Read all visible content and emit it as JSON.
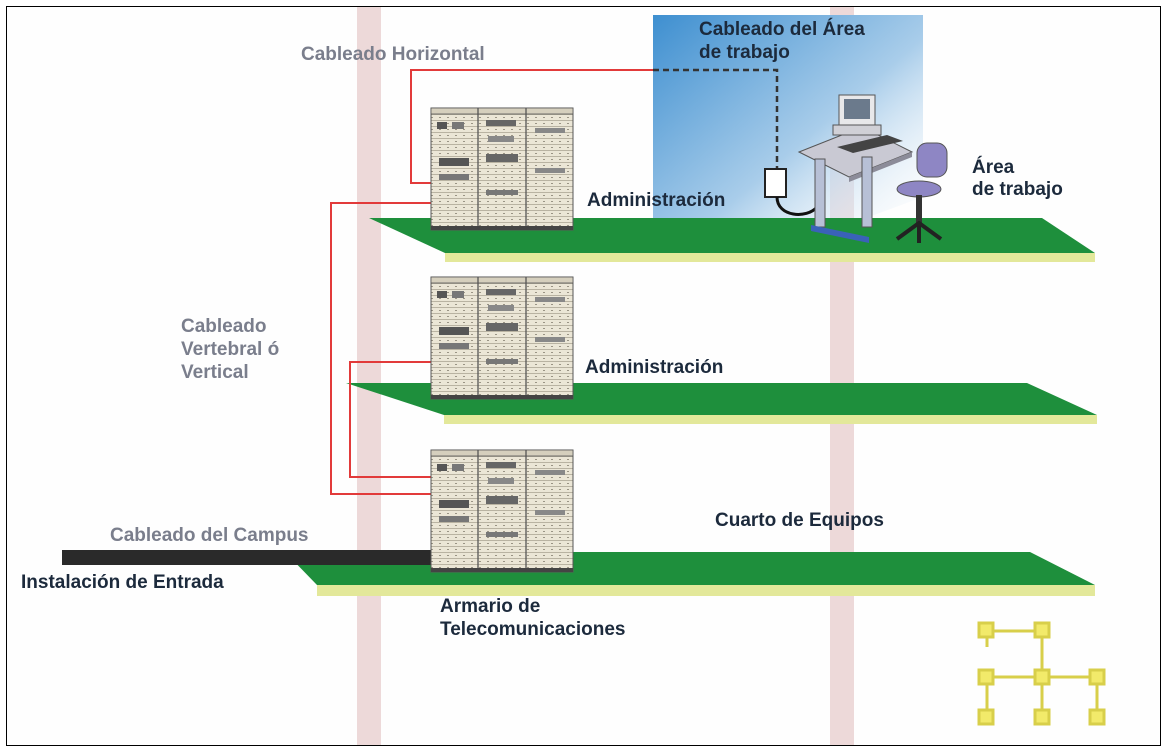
{
  "labels": {
    "horizontal": "Cableado Horizontal",
    "work_area_cabling": [
      "Cableado del Área",
      "de trabajo"
    ],
    "work_area": [
      "Área",
      "de trabajo"
    ],
    "admin_top": "Administración",
    "admin_mid": "Administración",
    "backbone": [
      "Cableado",
      "Vertebral ó",
      "Vertical"
    ],
    "campus": "Cableado del Campus",
    "equipment_room": "Cuarto de Equipos",
    "entrance": "Instalación de Entrada",
    "telecom_closet": [
      "Armario de",
      "Telecomunicaciones"
    ]
  },
  "colors": {
    "floor_green": "#1e8f3c",
    "floor_edge": "#e3e89a",
    "cable_red": "#e23a3a",
    "work_area_blue": "#7fb4dd",
    "column_pink": "#e8cfcf",
    "rack_beige": "#ece7d8",
    "campus_cable": "#2a2a2a",
    "logo_yellow": "#f2ea6a"
  }
}
